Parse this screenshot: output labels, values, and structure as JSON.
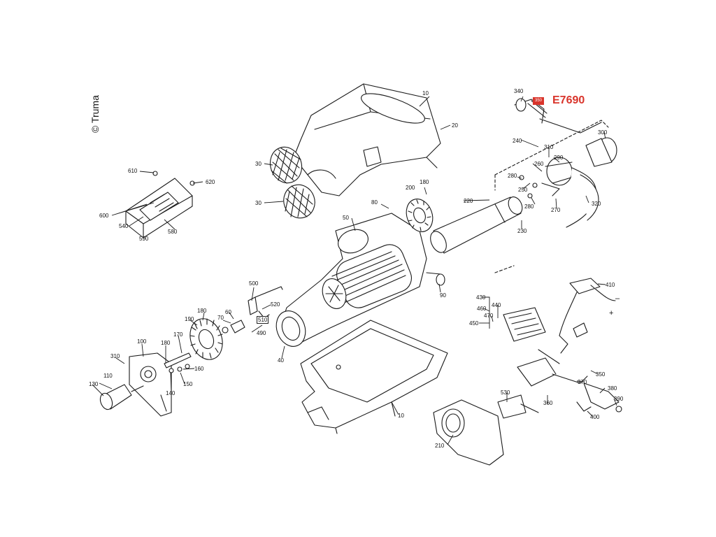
{
  "copyright": "© Truma",
  "highlight": {
    "tag": "350",
    "code": "E7690",
    "color": "#d9342b"
  },
  "labels": {
    "p10a": "10",
    "p20": "20",
    "p30a": "30",
    "p30b": "30",
    "p610": "610",
    "p620": "620",
    "p600": "600",
    "p540": "540",
    "p590": "590",
    "p580": "580",
    "p180a": "180",
    "p200": "200",
    "p80": "80",
    "p220": "220",
    "p230": "230",
    "p50": "50",
    "p90": "90",
    "p500": "500",
    "p520": "520",
    "p510": "510",
    "p490": "490",
    "p40": "40",
    "p180b": "180",
    "p190": "190",
    "p70": "70",
    "p60": "60",
    "p170": "170",
    "p100": "100",
    "p180c": "180",
    "p310a": "310",
    "p110": "110",
    "p130": "130",
    "p160": "160",
    "p150": "150",
    "p140": "140",
    "p10b": "10",
    "p340": "340",
    "p240": "240",
    "p310b": "310",
    "p290": "290",
    "p260": "260",
    "p280a": "280",
    "p250": "250",
    "p280b": "280",
    "p270": "270",
    "p320": "320",
    "p300": "300",
    "p410": "410",
    "p430": "430",
    "p460": "460",
    "p440": "440",
    "p470": "470",
    "p450": "450",
    "p350": "350",
    "p370": "370",
    "p380": "380",
    "p390": "390",
    "p360": "360",
    "p400": "400",
    "p530": "530",
    "p210": "210",
    "minus": "–",
    "plus": "+"
  }
}
